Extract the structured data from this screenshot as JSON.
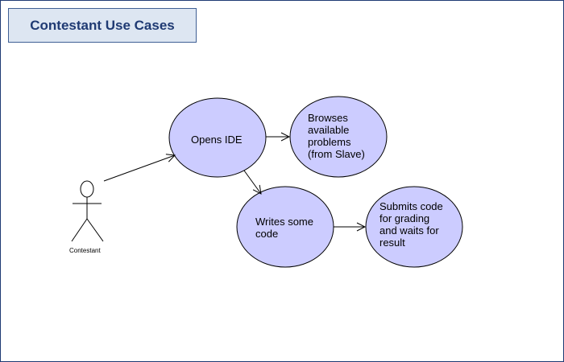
{
  "title": "Contestant Use Cases",
  "actor": {
    "label": "Contestant"
  },
  "use_cases": {
    "opens_ide": "Opens IDE",
    "browses_problems": "Browses\navailable\nproblems\n(from Slave)",
    "writes_code": "Writes some\ncode",
    "submits_code": "Submits code\nfor grading\nand waits for\nresult"
  },
  "colors": {
    "ellipse_fill": "#ccccff",
    "ellipse_stroke": "#000000",
    "title_bg": "#dde6f2",
    "title_text": "#1f3a73",
    "frame_border": "#1f3a73"
  }
}
